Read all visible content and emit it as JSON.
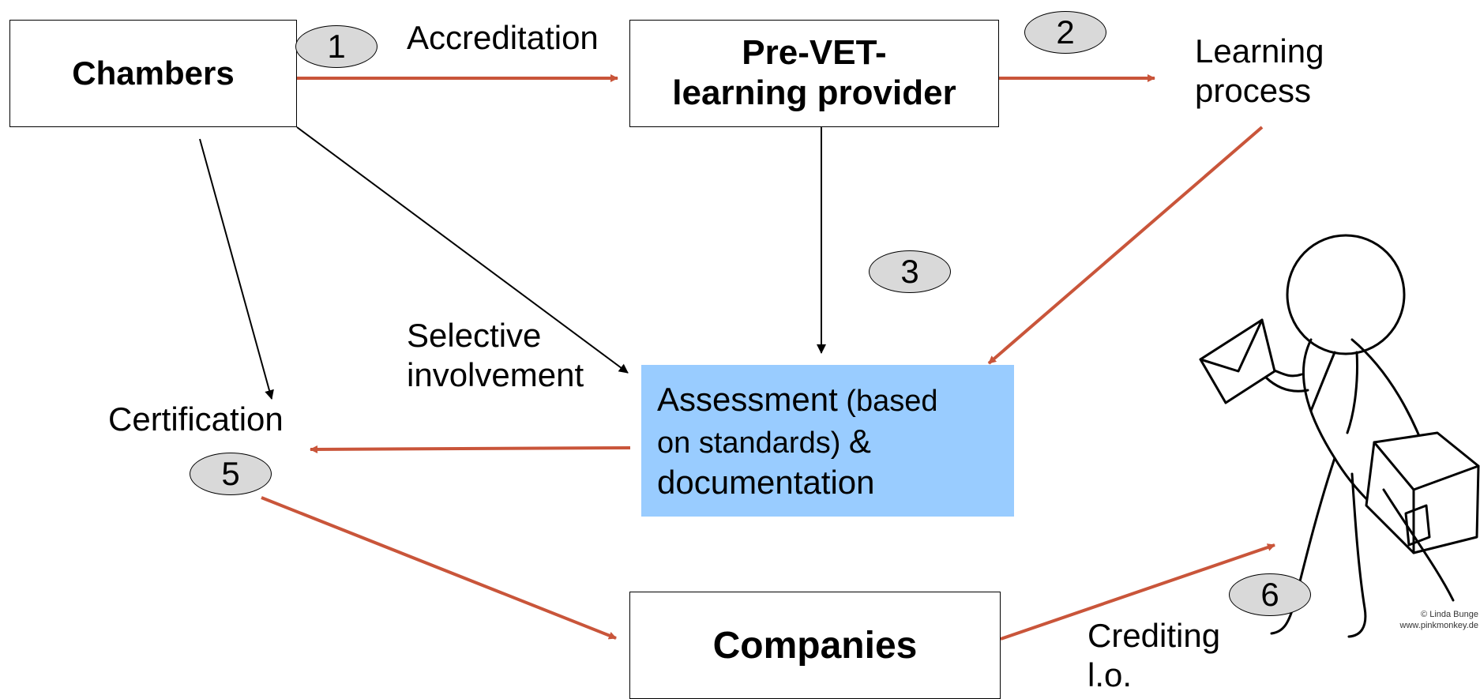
{
  "nodes": {
    "chambers": "Chambers",
    "provider_line1": "Pre-VET-",
    "provider_line2": "learning provider",
    "companies": "Companies",
    "assessment_main": "Assessment",
    "assessment_small1": " (based",
    "assessment_small2": "on standards) ",
    "assessment_amp": "&",
    "assessment_line3": "documentation"
  },
  "labels": {
    "accreditation": "Accreditation",
    "learning_process_line1": "Learning",
    "learning_process_line2": "process",
    "selective_line1": "Selective",
    "selective_line2": "involvement",
    "certification": "Certification",
    "crediting_line1": "Crediting",
    "crediting_line2": "l.o."
  },
  "badges": [
    "1",
    "2",
    "3",
    "5",
    "6"
  ],
  "image_credit": {
    "line1": "© Linda Bunge",
    "line2": "www.pinkmonkey.de"
  },
  "colors": {
    "arrow_red": "#c9553a",
    "arrow_black": "#000000",
    "assessment_fill": "#99ccff",
    "badge_fill": "#d9d9d9"
  },
  "icons": [
    "walking-person-illustration"
  ]
}
